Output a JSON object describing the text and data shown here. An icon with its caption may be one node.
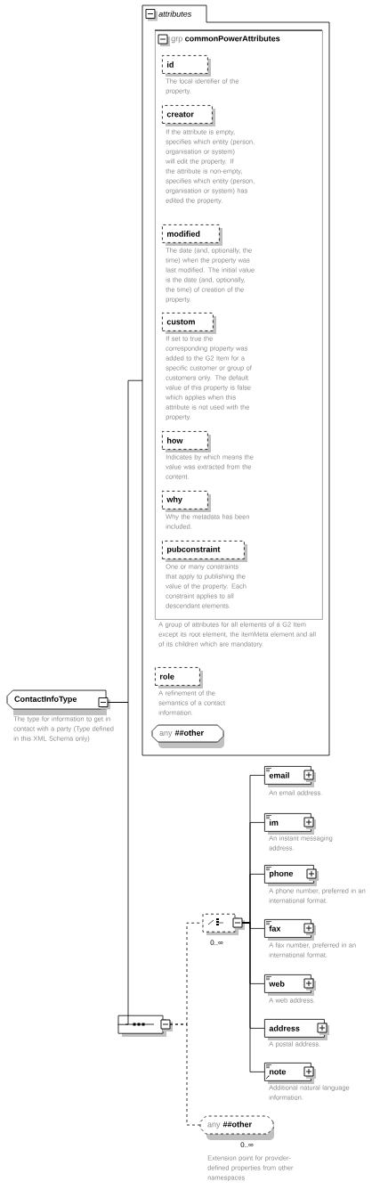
{
  "diagram": {
    "nodes": [
      {
        "text": [
          "ContactInfoType"
        ],
        "beside": [
          "The type for information to get in contact with a party (Type defined in this XML Schema only)"
        ]
      },
      {
        "text": [
          "attributes"
        ]
      },
      {
        "text": [
          "grp",
          "commonPowerAttributes"
        ],
        "in": 1,
        "beside": [
          "A group of attributes for all elements of a G2 Item except its root element, the itemMeta element and all of its children which are mandatory."
        ]
      },
      {
        "text": [
          "id"
        ],
        "in": 2,
        "beside": [
          "The local identifier of the property."
        ]
      },
      {
        "text": [
          "creator"
        ],
        "in": 2,
        "beside": [
          "If the attribute is empty, specifies which entity (person, organisation or system) will edit the property. If the attribute is non-empty, specifies which entity (person, organisation or system) has edited the property."
        ]
      },
      {
        "text": [
          "modified"
        ],
        "in": 2,
        "beside": [
          "The date (and, optionally, the time) when the property was last modified. The initial value is the date (and, optionally, the time) of creation of the property."
        ]
      },
      {
        "text": [
          "custom"
        ],
        "in": 2,
        "beside": [
          "If set to true the corresponding property was added to the G2 Item for a specific customer or group of customers only. The default value of this property is false which applies when this attribute is not used with the property."
        ]
      },
      {
        "text": [
          "how"
        ],
        "in": 2,
        "beside": [
          "Indicates by which means the value was extracted from the content."
        ]
      },
      {
        "text": [
          "why"
        ],
        "in": 2,
        "beside": [
          "Why the metadata has been included."
        ]
      },
      {
        "text": [
          "pubconstraint"
        ],
        "in": 2,
        "beside": [
          "One or many constraints that apply to publishing the value of the property. Each constraint applies to all descendant elements."
        ]
      },
      {
        "text": [
          "role"
        ],
        "in": 1,
        "beside": [
          "A refinement of the semantics of a contact information."
        ]
      },
      {
        "text": [
          "any",
          "##other"
        ],
        "in": 1
      },
      {
        "text": [],
        "shape": "octagon"
      },
      {
        "text": [],
        "shape": "octagon",
        "beside": [
          "0..∞"
        ]
      },
      {
        "text": [
          "email"
        ],
        "beside": [
          "An email address."
        ]
      },
      {
        "text": [
          "im"
        ],
        "beside": [
          "An instant messaging address."
        ]
      },
      {
        "text": [
          "phone"
        ],
        "beside": [
          "A phone number, preferred in an international format."
        ]
      },
      {
        "text": [
          "fax"
        ],
        "beside": [
          "A fax number, preferred in an international format."
        ]
      },
      {
        "text": [
          "web"
        ],
        "beside": [
          "A web address."
        ]
      },
      {
        "text": [
          "address"
        ],
        "beside": [
          "A postal address."
        ]
      },
      {
        "text": [
          "note"
        ],
        "beside": [
          "Additional natural language information."
        ]
      },
      {
        "text": [
          "any",
          "##other"
        ],
        "beside": [
          "0..∞",
          "Extension point for provider-defined properties from other namespaces"
        ]
      }
    ],
    "edges": [
      {
        "from": 0,
        "to": 1,
        "arrow": "none"
      },
      {
        "from": 0,
        "to": 12,
        "arrow": "none"
      },
      {
        "from": 12,
        "to": 13,
        "arrow": "none",
        "style": "dashed"
      },
      {
        "from": 12,
        "to": 21,
        "arrow": "none",
        "style": "dashed"
      },
      {
        "from": 13,
        "to": 14,
        "arrow": "none"
      },
      {
        "from": 13,
        "to": 15,
        "arrow": "none"
      },
      {
        "from": 13,
        "to": 16,
        "arrow": "none"
      },
      {
        "from": 13,
        "to": 17,
        "arrow": "none"
      },
      {
        "from": 13,
        "to": 18,
        "arrow": "none"
      },
      {
        "from": 13,
        "to": 19,
        "arrow": "none"
      },
      {
        "from": 13,
        "to": 20,
        "arrow": "none"
      }
    ]
  }
}
